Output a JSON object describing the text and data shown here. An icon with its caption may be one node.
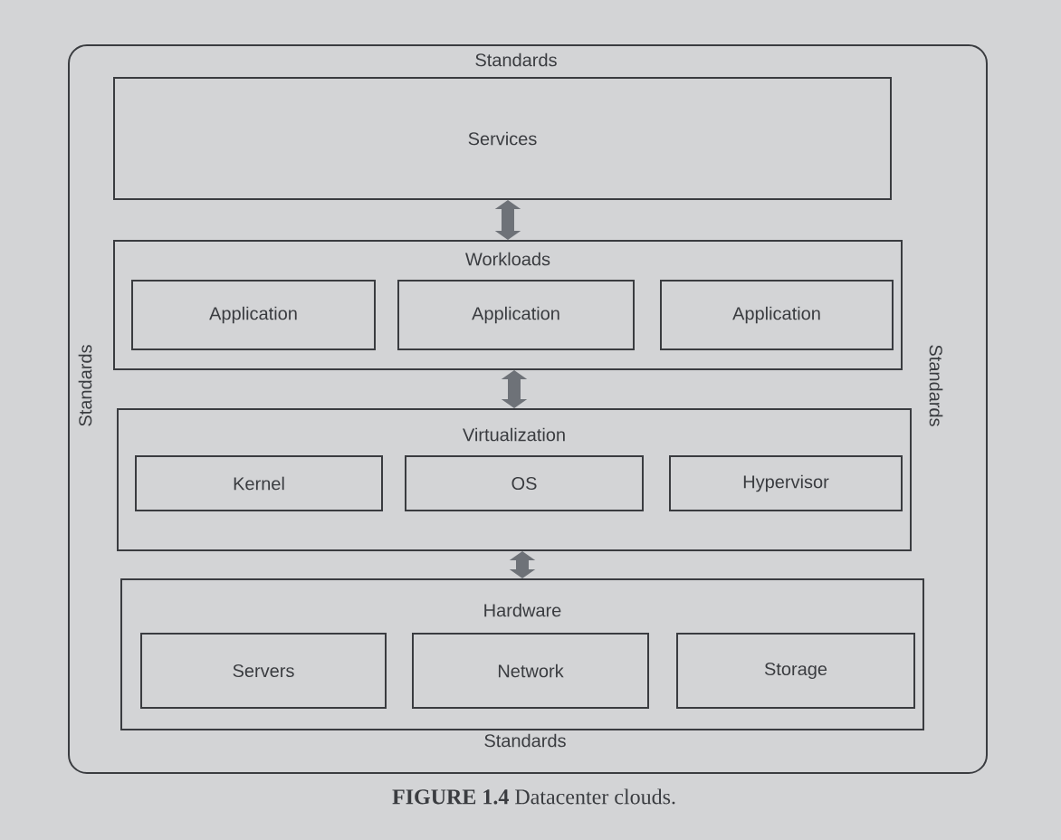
{
  "diagram": {
    "caption": "**FIGURE 1.4**  Datacenter clouds.",
    "nodes": [
      {
        "text": [
          "Standards",
          "Standards",
          "Standards",
          "Standards"
        ]
      },
      {
        "text": [
          "Services"
        ],
        "in": 0
      },
      {
        "text": [
          "Workloads"
        ],
        "in": 0
      },
      {
        "text": [
          "Application"
        ],
        "in": 2
      },
      {
        "text": [
          "Application"
        ],
        "in": 2
      },
      {
        "text": [
          "Application"
        ],
        "in": 2
      },
      {
        "text": [
          "Virtualization"
        ],
        "in": 0
      },
      {
        "text": [
          "Kernel"
        ],
        "in": 6
      },
      {
        "text": [
          "OS"
        ],
        "in": 6
      },
      {
        "text": [
          "Hypervisor"
        ],
        "in": 6
      },
      {
        "text": [
          "Hardware"
        ],
        "in": 0
      },
      {
        "text": [
          "Servers"
        ],
        "in": 10
      },
      {
        "text": [
          "Network"
        ],
        "in": 10
      },
      {
        "text": [
          "Storage"
        ],
        "in": 10
      }
    ],
    "edges": [
      {
        "from": 1,
        "to": 2,
        "arrow": "both"
      },
      {
        "from": 2,
        "to": 6,
        "arrow": "both"
      },
      {
        "from": 6,
        "to": 10,
        "arrow": "both"
      }
    ]
  }
}
